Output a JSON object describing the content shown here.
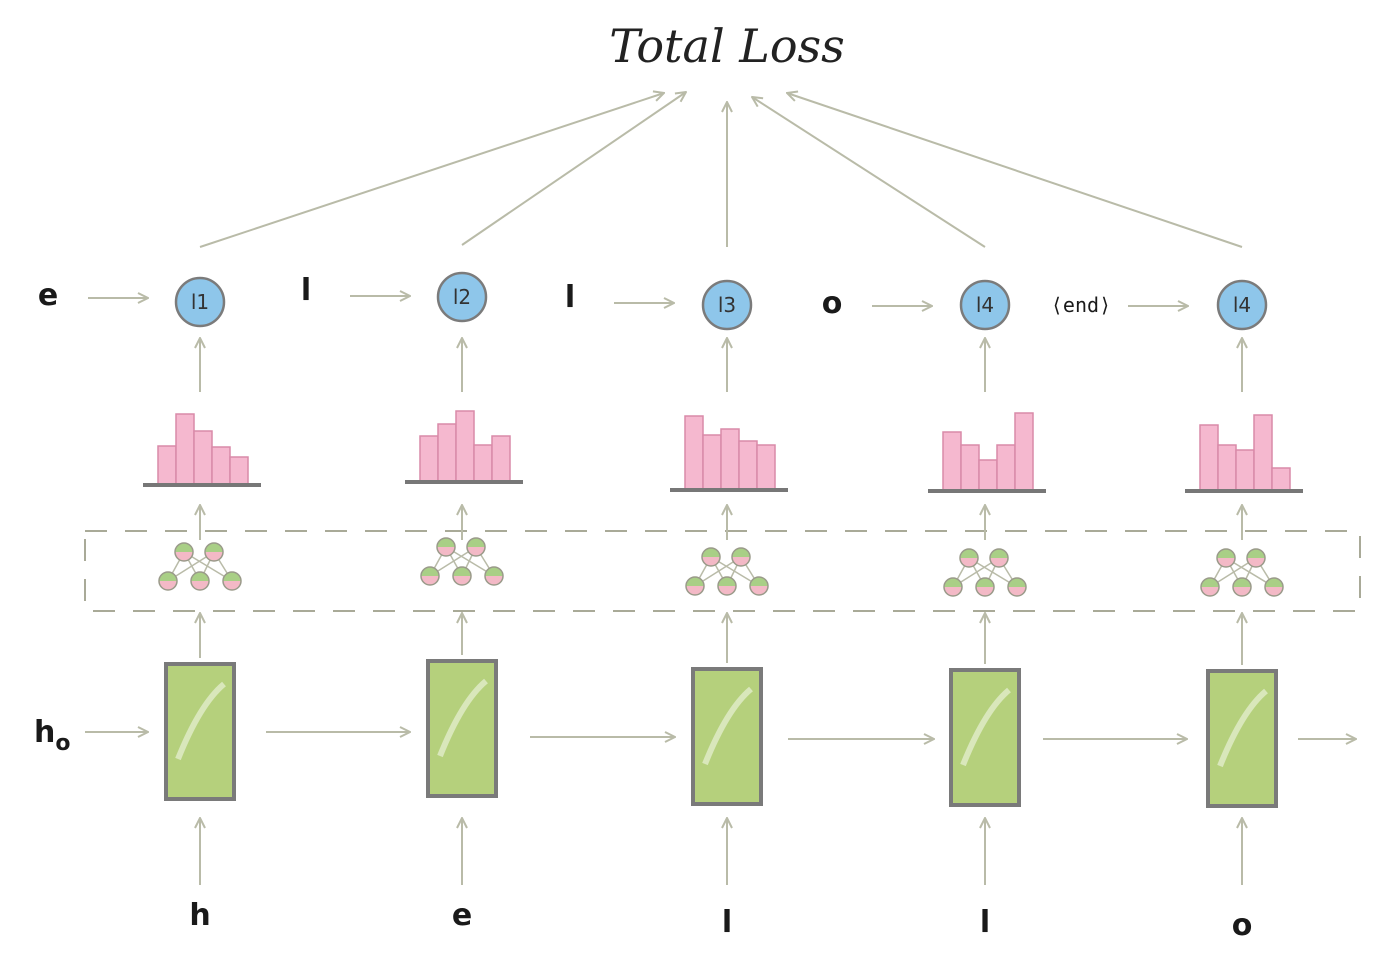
{
  "title": "Total Loss",
  "output_tokens": [
    "e",
    "l",
    "l",
    "o",
    "⟨end⟩"
  ],
  "loss_labels": [
    "l1",
    "l2",
    "l3",
    "l4",
    "l4"
  ],
  "input_tokens": [
    "h",
    "e",
    "l",
    "l",
    "o"
  ],
  "initial_state_label": "h",
  "initial_state_subscript": "o",
  "distributions": [
    [
      0.38,
      0.7,
      0.53,
      0.37,
      0.27
    ],
    [
      0.45,
      0.57,
      0.7,
      0.36,
      0.45
    ],
    [
      0.73,
      0.54,
      0.6,
      0.48,
      0.44
    ],
    [
      0.58,
      0.45,
      0.3,
      0.45,
      0.77
    ],
    [
      0.65,
      0.45,
      0.4,
      0.75,
      0.22
    ]
  ],
  "colors": {
    "rnn_cell": "#b5d07c",
    "rnn_border": "#7a7a7a",
    "loss_node": "#8ec6ea",
    "bar": "#f5b8cf",
    "node_top": "#a9cf86",
    "node_bottom": "#f3b9c6",
    "arrow": "#b9bba8"
  }
}
